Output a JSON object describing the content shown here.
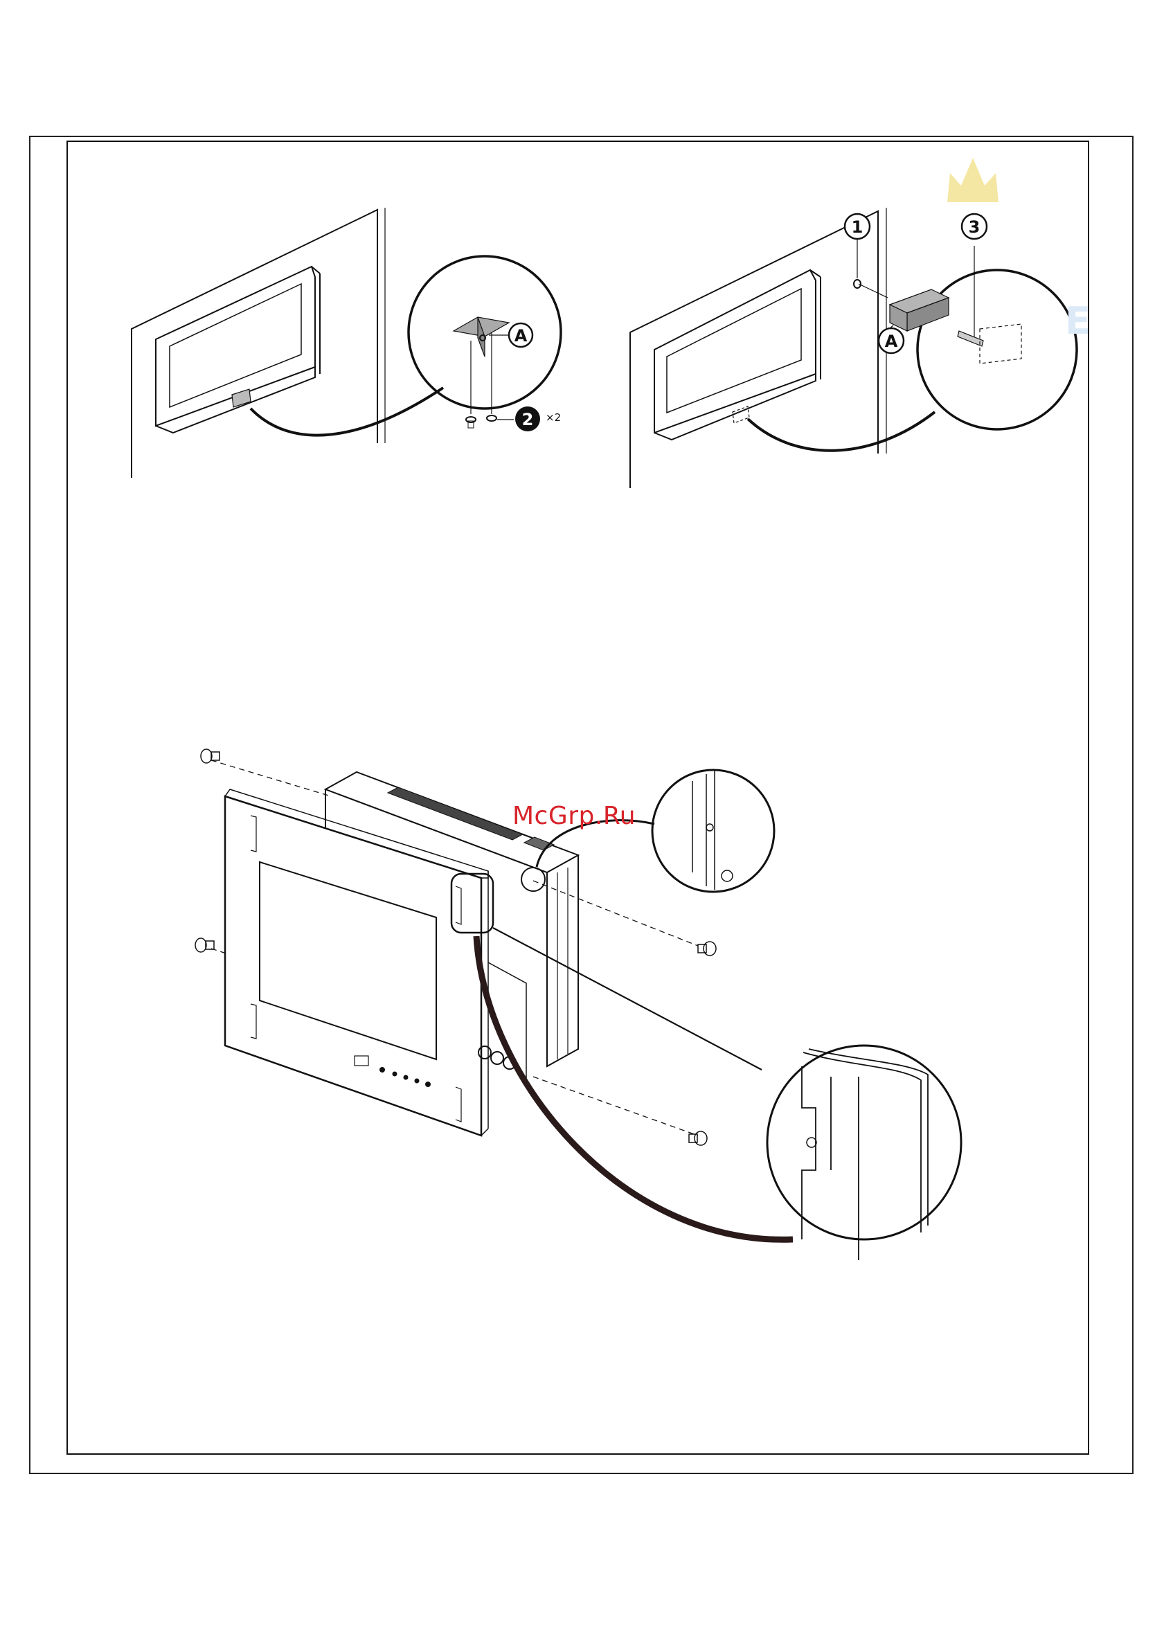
{
  "page": {
    "title": ""
  },
  "figures": [
    {
      "id": "bracket-attach",
      "callouts": [
        {
          "label": "A",
          "style": "outline"
        },
        {
          "label": "2",
          "style": "filled",
          "quantity": "×2"
        }
      ]
    },
    {
      "id": "bracket-wall-mount",
      "callouts": [
        {
          "label": "1",
          "style": "outline"
        },
        {
          "label": "3",
          "style": "outline"
        },
        {
          "label": "A",
          "style": "outline"
        }
      ]
    },
    {
      "id": "frame-assembly",
      "callouts": []
    }
  ],
  "watermark": {
    "text": "McGrp.Ru",
    "color": "#d8242a"
  },
  "logo": {
    "color": "#f4e7a3",
    "partial_text": "E"
  }
}
